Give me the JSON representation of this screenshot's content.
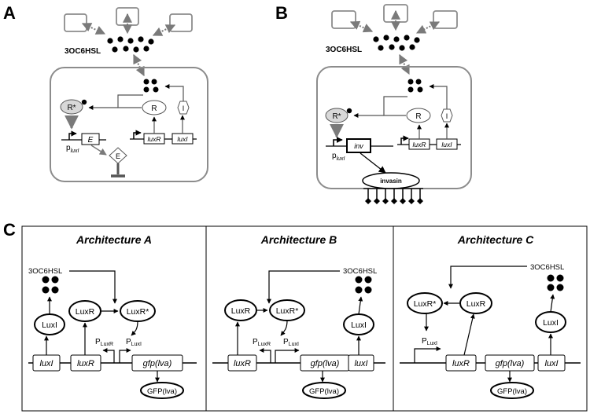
{
  "panels": {
    "a": {
      "letter": "A",
      "molecule": "3OC6HSL",
      "regulator_active": "R*",
      "regulator": "R",
      "inducer": "I",
      "promoter_base": "p",
      "promoter_sub": "luxI",
      "gene_e": "E",
      "gene_luxr": "luxR",
      "gene_luxi": "luxI",
      "protein_e": "E"
    },
    "b": {
      "letter": "B",
      "molecule": "3OC6HSL",
      "regulator_active": "R*",
      "regulator": "R",
      "inducer": "I",
      "promoter_base": "p",
      "promoter_sub": "luxI",
      "gene_inv": "inv",
      "gene_luxr": "luxR",
      "gene_luxi": "luxI",
      "protein_inv": "invasin"
    },
    "c": {
      "letter": "C",
      "architectures": [
        {
          "title": "Architecture A",
          "molecule": "3OC6HSL",
          "luxi_protein": "LuxI",
          "luxr_protein": "LuxR",
          "luxr_active": "LuxR*",
          "promoter_luxr": "LuxR",
          "promoter_luxi": "LuxI",
          "promoter_base": "P",
          "gene_luxi": "luxI",
          "gene_luxr": "luxR",
          "gene_gfp": "gfp(lva)",
          "gfp_protein": "GFP(lva)"
        },
        {
          "title": "Architecture B",
          "molecule": "3OC6HSL",
          "luxi_protein": "LuxI",
          "luxr_protein": "LuxR",
          "luxr_active": "LuxR*",
          "promoter_luxr": "LuxR",
          "promoter_luxi": "LuxI",
          "promoter_base": "P",
          "gene_luxi": "luxI",
          "gene_luxr": "luxR",
          "gene_gfp": "gfp(lva)",
          "gfp_protein": "GFP(lva)"
        },
        {
          "title": "Architecture C",
          "molecule": "3OC6HSL",
          "luxi_protein": "LuxI",
          "luxr_protein": "LuxR",
          "luxr_active": "LuxR*",
          "promoter_luxi": "LuxI",
          "promoter_base": "P",
          "gene_luxi": "luxI",
          "gene_luxr": "luxR",
          "gene_gfp": "gfp(lva)",
          "gfp_protein": "GFP(lva)"
        }
      ]
    }
  },
  "colors": {
    "cell_border": "#8c8c8c",
    "arrow_gray": "#7a7a7a",
    "active_fill": "#d8d8d8"
  }
}
